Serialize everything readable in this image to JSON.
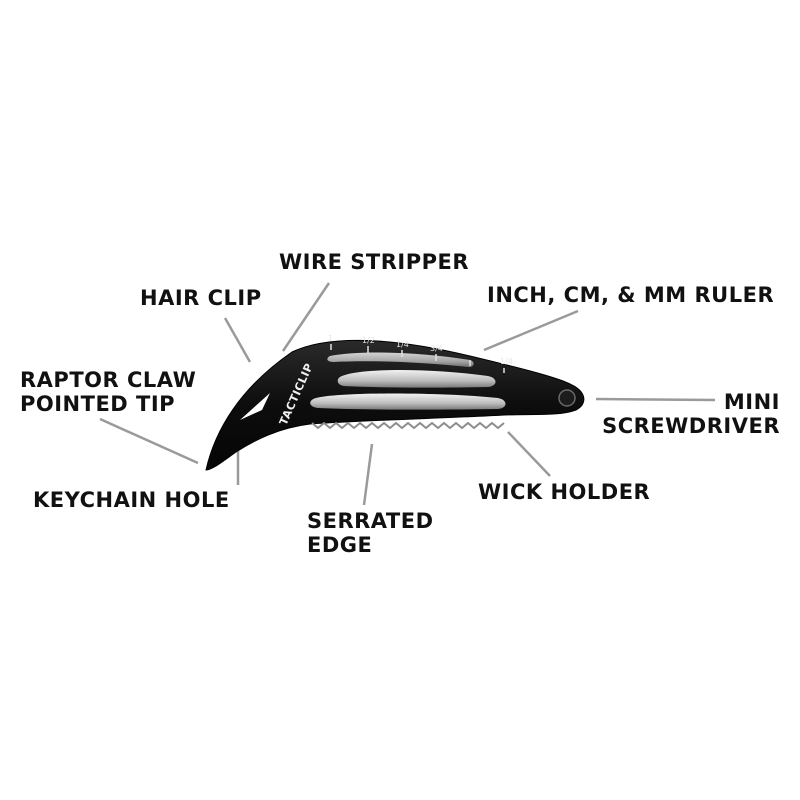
{
  "product": {
    "engraving": "TACTICLIP",
    "ruler_marks": [
      "1",
      "1/2",
      "1/4",
      "3/4",
      "",
      "1/4"
    ]
  },
  "labels": {
    "wire_stripper": "WIRE STRIPPER",
    "hair_clip": "HAIR CLIP",
    "ruler": "INCH, CM, & MM RULER",
    "raptor_claw": {
      "line1": "RAPTOR CLAW",
      "line2": "POINTED TIP"
    },
    "mini_screwdriver": {
      "line1": "MINI",
      "line2": "SCREWDRIVER"
    },
    "keychain_hole": "KEYCHAIN HOLE",
    "wick_holder": "WICK HOLDER",
    "serrated_edge": {
      "line1": "SERRATED",
      "line2": "EDGE"
    }
  },
  "colors": {
    "background": "#ffffff",
    "label_text": "#111111",
    "leader_line": "#9a9a9a",
    "clip_body": "#0d0d0d",
    "clip_highlight": "#d9d9d9"
  }
}
